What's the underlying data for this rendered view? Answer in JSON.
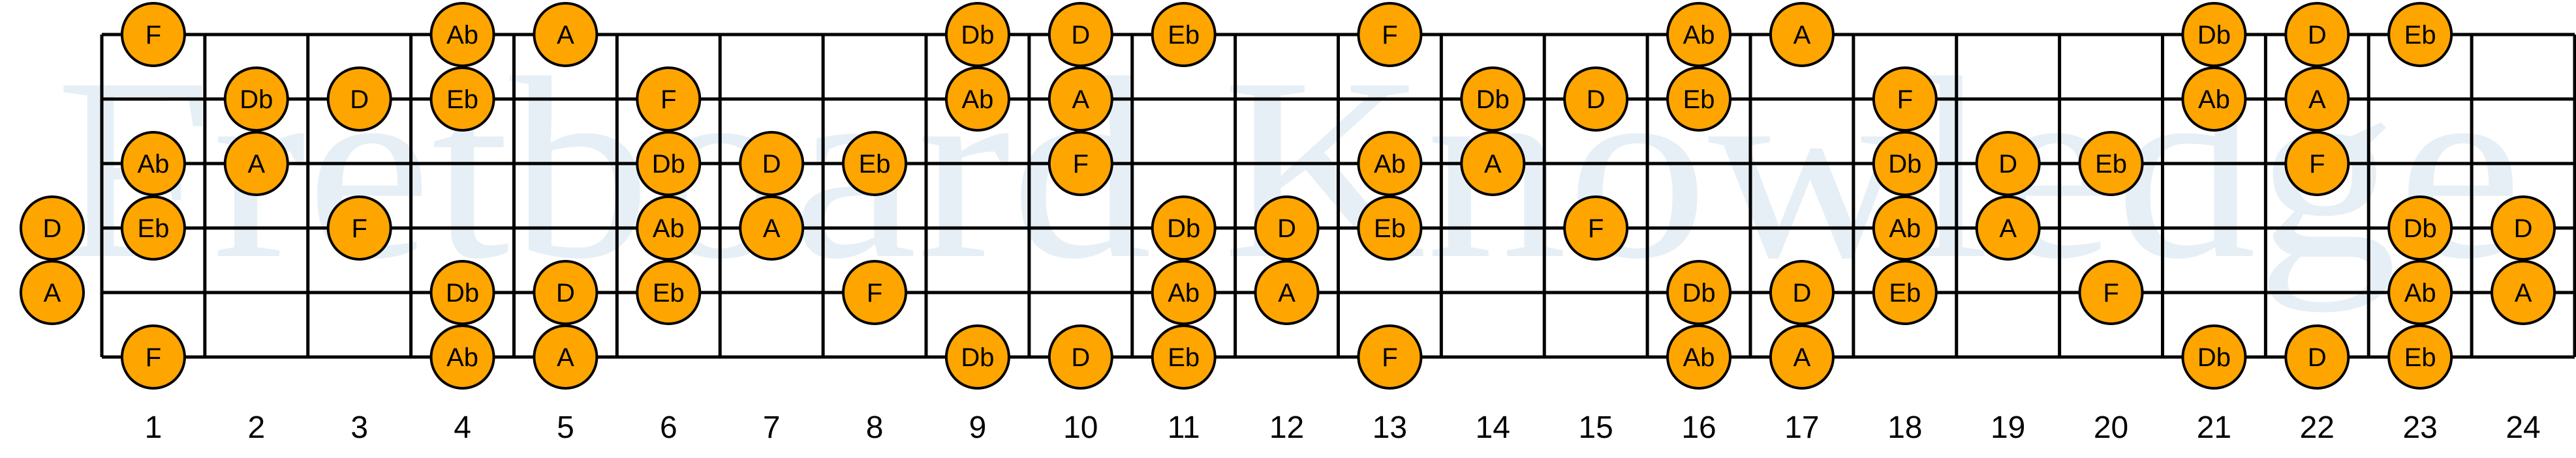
{
  "watermark": "Fretboard Knowledge",
  "colors": {
    "note_fill": "#FFA500",
    "note_stroke": "#000000",
    "line": "#000000",
    "watermark": "#e6eff5"
  },
  "fret_count": 24,
  "fret_numbers": [
    "1",
    "2",
    "3",
    "4",
    "5",
    "6",
    "7",
    "8",
    "9",
    "10",
    "11",
    "12",
    "13",
    "14",
    "15",
    "16",
    "17",
    "18",
    "19",
    "20",
    "21",
    "22",
    "23",
    "24"
  ],
  "strings": [
    {
      "name": "string-1",
      "notes": [
        {
          "fret": 1,
          "note": "F"
        },
        {
          "fret": 4,
          "note": "Ab"
        },
        {
          "fret": 5,
          "note": "A"
        },
        {
          "fret": 9,
          "note": "Db"
        },
        {
          "fret": 10,
          "note": "D"
        },
        {
          "fret": 11,
          "note": "Eb"
        },
        {
          "fret": 13,
          "note": "F"
        },
        {
          "fret": 16,
          "note": "Ab"
        },
        {
          "fret": 17,
          "note": "A"
        },
        {
          "fret": 21,
          "note": "Db"
        },
        {
          "fret": 22,
          "note": "D"
        },
        {
          "fret": 23,
          "note": "Eb"
        }
      ]
    },
    {
      "name": "string-2",
      "notes": [
        {
          "fret": 2,
          "note": "Db"
        },
        {
          "fret": 3,
          "note": "D"
        },
        {
          "fret": 4,
          "note": "Eb"
        },
        {
          "fret": 6,
          "note": "F"
        },
        {
          "fret": 9,
          "note": "Ab"
        },
        {
          "fret": 10,
          "note": "A"
        },
        {
          "fret": 14,
          "note": "Db"
        },
        {
          "fret": 15,
          "note": "D"
        },
        {
          "fret": 16,
          "note": "Eb"
        },
        {
          "fret": 18,
          "note": "F"
        },
        {
          "fret": 21,
          "note": "Ab"
        },
        {
          "fret": 22,
          "note": "A"
        }
      ]
    },
    {
      "name": "string-3",
      "notes": [
        {
          "fret": 1,
          "note": "Ab"
        },
        {
          "fret": 2,
          "note": "A"
        },
        {
          "fret": 6,
          "note": "Db"
        },
        {
          "fret": 7,
          "note": "D"
        },
        {
          "fret": 8,
          "note": "Eb"
        },
        {
          "fret": 10,
          "note": "F"
        },
        {
          "fret": 13,
          "note": "Ab"
        },
        {
          "fret": 14,
          "note": "A"
        },
        {
          "fret": 18,
          "note": "Db"
        },
        {
          "fret": 19,
          "note": "D"
        },
        {
          "fret": 20,
          "note": "Eb"
        },
        {
          "fret": 22,
          "note": "F"
        }
      ]
    },
    {
      "name": "string-4",
      "notes": [
        {
          "fret": 0,
          "note": "D"
        },
        {
          "fret": 1,
          "note": "Eb"
        },
        {
          "fret": 3,
          "note": "F"
        },
        {
          "fret": 6,
          "note": "Ab"
        },
        {
          "fret": 7,
          "note": "A"
        },
        {
          "fret": 11,
          "note": "Db"
        },
        {
          "fret": 12,
          "note": "D"
        },
        {
          "fret": 13,
          "note": "Eb"
        },
        {
          "fret": 15,
          "note": "F"
        },
        {
          "fret": 18,
          "note": "Ab"
        },
        {
          "fret": 19,
          "note": "A"
        },
        {
          "fret": 23,
          "note": "Db"
        },
        {
          "fret": 24,
          "note": "D"
        }
      ]
    },
    {
      "name": "string-5",
      "notes": [
        {
          "fret": 0,
          "note": "A"
        },
        {
          "fret": 4,
          "note": "Db"
        },
        {
          "fret": 5,
          "note": "D"
        },
        {
          "fret": 6,
          "note": "Eb"
        },
        {
          "fret": 8,
          "note": "F"
        },
        {
          "fret": 11,
          "note": "Ab"
        },
        {
          "fret": 12,
          "note": "A"
        },
        {
          "fret": 16,
          "note": "Db"
        },
        {
          "fret": 17,
          "note": "D"
        },
        {
          "fret": 18,
          "note": "Eb"
        },
        {
          "fret": 20,
          "note": "F"
        },
        {
          "fret": 23,
          "note": "Ab"
        },
        {
          "fret": 24,
          "note": "A"
        }
      ]
    },
    {
      "name": "string-6",
      "notes": [
        {
          "fret": 1,
          "note": "F"
        },
        {
          "fret": 4,
          "note": "Ab"
        },
        {
          "fret": 5,
          "note": "A"
        },
        {
          "fret": 9,
          "note": "Db"
        },
        {
          "fret": 10,
          "note": "D"
        },
        {
          "fret": 11,
          "note": "Eb"
        },
        {
          "fret": 13,
          "note": "F"
        },
        {
          "fret": 16,
          "note": "Ab"
        },
        {
          "fret": 17,
          "note": "A"
        },
        {
          "fret": 21,
          "note": "Db"
        },
        {
          "fret": 22,
          "note": "D"
        },
        {
          "fret": 23,
          "note": "Eb"
        }
      ]
    }
  ]
}
